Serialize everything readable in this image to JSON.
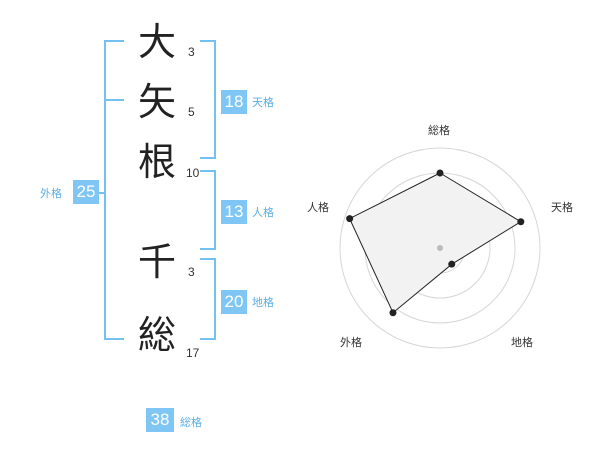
{
  "name": {
    "characters": [
      {
        "char": "大",
        "strokes": "3"
      },
      {
        "char": "矢",
        "strokes": "5"
      },
      {
        "char": "根",
        "strokes": "10"
      },
      {
        "char": "千",
        "strokes": "3"
      },
      {
        "char": "総",
        "strokes": "17"
      }
    ]
  },
  "fortune": {
    "tenkaku": {
      "value": "18",
      "label": "天格"
    },
    "jinkaku": {
      "value": "13",
      "label": "人格"
    },
    "chikaku": {
      "value": "20",
      "label": "地格"
    },
    "gaikaku": {
      "value": "25",
      "label": "外格"
    },
    "soukaku": {
      "value": "38",
      "label": "総格"
    }
  },
  "colors": {
    "accent": "#7fc6f4",
    "bracket": "#74c0f0",
    "radar_fill": "#f2f2f2"
  },
  "chart_data": {
    "type": "radar",
    "axes": [
      "総格",
      "天格",
      "地格",
      "外格",
      "人格"
    ],
    "values": [
      0.75,
      0.85,
      0.2,
      0.8,
      0.95
    ],
    "rmax": 1,
    "rings": 4
  }
}
